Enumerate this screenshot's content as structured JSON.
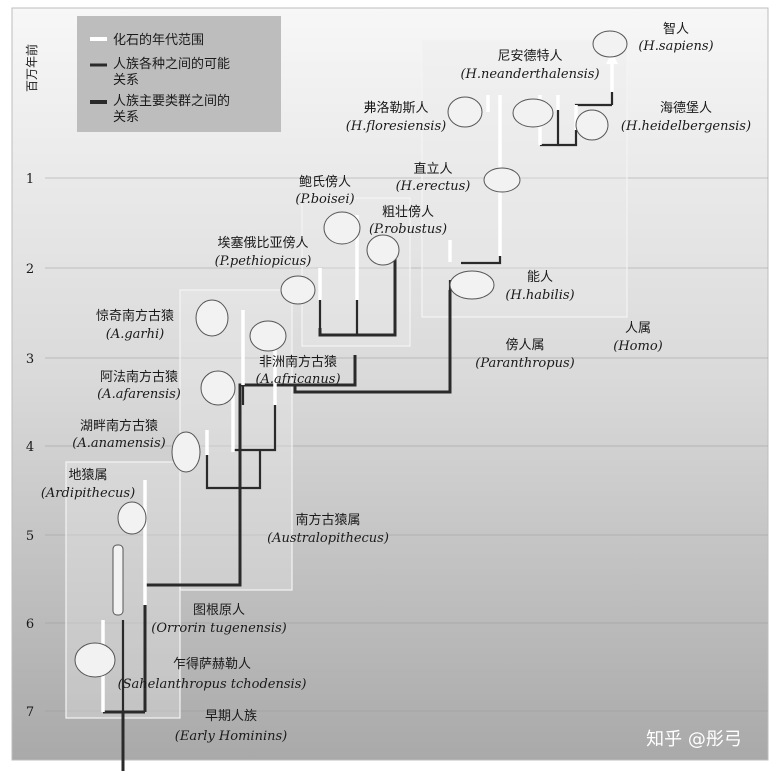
{
  "axis": {
    "label": "百万年前",
    "ticks": [
      "1",
      "2",
      "3",
      "4",
      "5",
      "6",
      "7"
    ]
  },
  "legend": {
    "items": [
      {
        "line1": "化石的年代范围",
        "line2": ""
      },
      {
        "line1": "人族各种之间的可能",
        "line2": "关系"
      },
      {
        "line1": "人族主要类群之间的",
        "line2": "关系"
      }
    ]
  },
  "species": [
    {
      "cn": "智人",
      "sci": "H.sapiens"
    },
    {
      "cn": "尼安德特人",
      "sci": "H.neanderthalensis"
    },
    {
      "cn": "海德堡人",
      "sci": "H.heidelbergensis"
    },
    {
      "cn": "弗洛勒斯人",
      "sci": "H.floresiensis"
    },
    {
      "cn": "直立人",
      "sci": "H.erectus"
    },
    {
      "cn": "鲍氏傍人",
      "sci": "P.boisei"
    },
    {
      "cn": "粗壮傍人",
      "sci": "P.robustus"
    },
    {
      "cn": "埃塞俄比亚傍人",
      "sci": "P.pethiopicus"
    },
    {
      "cn": "能人",
      "sci": "H.habilis"
    },
    {
      "cn": "惊奇南方古猿",
      "sci": "A.garhi"
    },
    {
      "cn": "非洲南方古猿",
      "sci": "A.africanus"
    },
    {
      "cn": "阿法南方古猿",
      "sci": "A.afarensis"
    },
    {
      "cn": "湖畔南方古猿",
      "sci": "A.anamensis"
    },
    {
      "cn": "地猿属",
      "sci": "Ardipithecus"
    },
    {
      "cn": "图根原人",
      "sci": "Orrorin tugenensis"
    },
    {
      "cn": "乍得萨赫勒人",
      "sci": "Sahelanthropus tchodensis"
    },
    {
      "cn": "早期人族",
      "sci": "Early Hominins"
    }
  ],
  "groups": [
    {
      "cn": "人属",
      "sci": "Homo"
    },
    {
      "cn": "傍人属",
      "sci": "Paranthropus"
    },
    {
      "cn": "南方古猿属",
      "sci": "Australopithecus"
    }
  ],
  "watermark": "知乎 @彤弓",
  "colors": {
    "range": "#ffffff",
    "relation": "#2a2a2a",
    "box": "#e8e8e8"
  }
}
